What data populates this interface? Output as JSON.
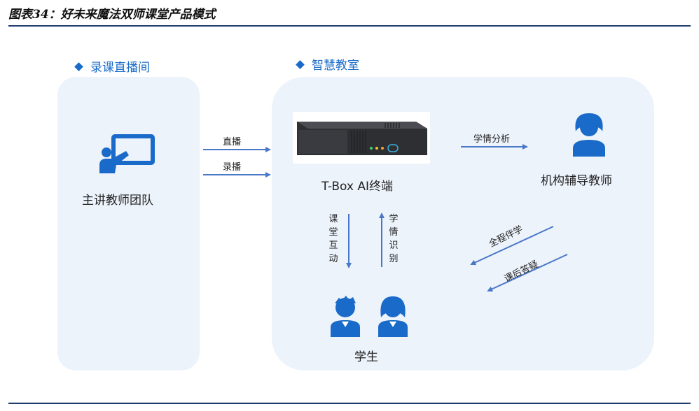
{
  "caption": "图表34：好未来魔法双师课堂产品模式",
  "sections": {
    "left_title": "录课直播间",
    "right_title": "智慧教室"
  },
  "nodes": {
    "teacher_team": "主讲教师团队",
    "tbox": "T-Box AI终端",
    "tutor": "机构辅导教师",
    "students": "学生"
  },
  "edges": {
    "live": "直播",
    "record": "录播",
    "analysis": "学情分析",
    "interaction": "课堂互动",
    "recognition": "学情识别",
    "accompany": "全程伴学",
    "qa": "课后答疑"
  },
  "colors": {
    "accent": "#1a6bc9",
    "arrow": "#4a78c8",
    "panel": "#edf3fb",
    "rule": "#1f3d6e"
  }
}
